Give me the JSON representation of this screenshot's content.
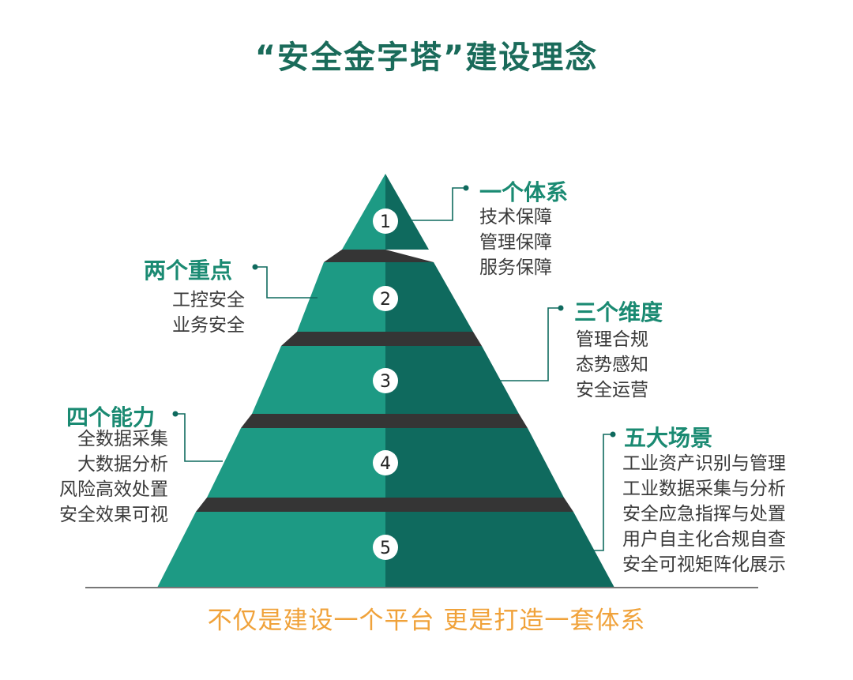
{
  "title": "“安全金字塔”建设理念",
  "levels": [
    {
      "number": "1",
      "heading": "一个体系",
      "items": [
        "技术保障",
        "管理保障",
        "服务保障"
      ]
    },
    {
      "number": "2",
      "heading": "两个重点",
      "items": [
        "工控安全",
        "业务安全"
      ]
    },
    {
      "number": "3",
      "heading": "三个维度",
      "items": [
        "管理合规",
        "态势感知",
        "安全运营"
      ]
    },
    {
      "number": "4",
      "heading": "四个能力",
      "items": [
        "全数据采集",
        "大数据分析",
        "风险高效处置",
        "安全效果可视"
      ]
    },
    {
      "number": "5",
      "heading": "五大场景",
      "items": [
        "工业资产识别与管理",
        "工业数据采集与分析",
        "安全应急指挥与处置",
        "用户自主化合规自查",
        "安全可视矩阵化展示"
      ]
    }
  ],
  "bottom_text": "不仅是建设一个平台 更是打造一套体系",
  "colors": {
    "light": "#1d9a84",
    "dark": "#0f6a5e",
    "gap": "#353535",
    "accent": "#1a8a72",
    "orange": "#f0a23a"
  }
}
